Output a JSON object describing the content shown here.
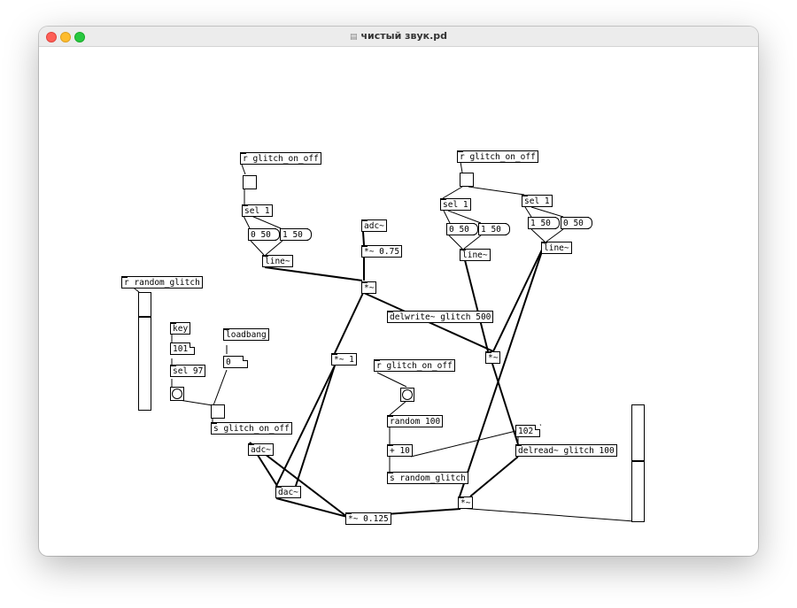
{
  "window": {
    "title": "чистый звук.pd",
    "doc_icon": "document-icon"
  },
  "colors": {
    "wire": "#000000",
    "close": "#fe5f57",
    "minimize": "#febc2e",
    "maximize": "#28c840"
  },
  "objects": {
    "r_glitch_left": "r glitch_on_off",
    "sel1_left": "sel 1",
    "line_left": "line~",
    "r_random_glitch": "r random_glitch",
    "key": "key",
    "sel97": "sel 97",
    "loadbang": "loadbang",
    "s_glitch_on_off": "s glitch_on_off",
    "adc_top": "adc~",
    "mul_075": "*~ 0.75",
    "mul_center": "*~",
    "delwrite": "delwrite~ glitch 500",
    "mul_1": "*~ 1",
    "r_glitch_mid": "r glitch_on_off",
    "random100": "random 100",
    "plus10": "+ 10",
    "s_random_glitch": "s random_glitch",
    "adc_bottom": "adc~",
    "dac": "dac~",
    "mul_0125": "*~ 0.125",
    "r_glitch_right": "r glitch_on_off",
    "sel1_right_a": "sel 1",
    "sel1_right_b": "sel 1",
    "line_right_a": "line~",
    "line_right_b": "line~",
    "mul_right": "*~",
    "delread": "delread~ glitch 100",
    "mul_bottom_right": "*~"
  },
  "messages": {
    "left_0_50": "0 50",
    "left_1_50": "1 50",
    "right_0_50_a": "0 50",
    "right_1_50_a": "1 50",
    "right_1_50_b": "1 50",
    "right_0_50_b": "0 50"
  },
  "numbers": {
    "key_value": "101",
    "loadbang_value": "0",
    "delay_value": "102"
  },
  "sliders": {
    "left_level": 0.8,
    "right_level": 0.52
  }
}
